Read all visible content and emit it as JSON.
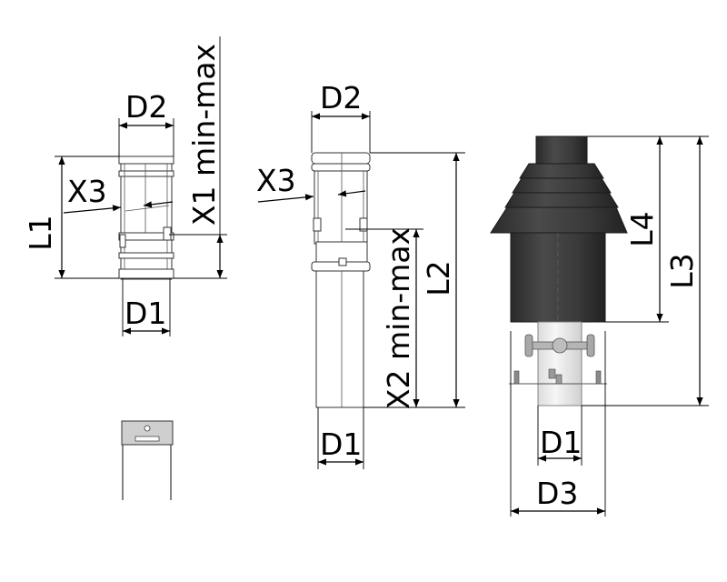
{
  "labels": {
    "d2_left": "D2",
    "x3_left": "X3",
    "l1": "L1",
    "x1": "X1 min-max",
    "d1_left": "D1",
    "d2_mid": "D2",
    "x3_mid": "X3",
    "l2": "L2",
    "x2": "X2 min-max",
    "d1_mid": "D1",
    "l4": "L4",
    "l3": "L3",
    "d1_right": "D1",
    "d3": "D3"
  },
  "colors": {
    "line": "#000000",
    "part_outline": "#333333",
    "cowl_dark": "#3a3a3a",
    "cowl_edge": "#1a1a1a",
    "pipe_light": "#eaeaea",
    "bracket": "#9a9a9a"
  },
  "icons": {
    "arrow": "filled-arrowhead",
    "clip": "mounting-clip"
  }
}
